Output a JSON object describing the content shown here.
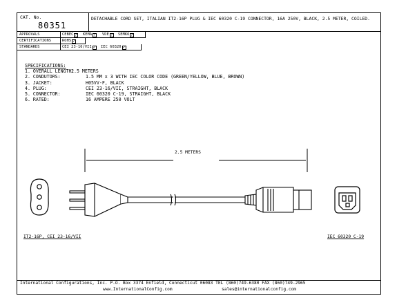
{
  "header": {
    "cat_label": "CAT. No.",
    "cat_number": "80351",
    "description": "DETACHABLE CORD SET, ITALIAN IT2-16P PLUG & IEC 60320 C-19 CONNECTOR, 16A 250V, BLACK, 2.5 METER, COILED.",
    "rows": [
      {
        "label": "APPROVALS",
        "items": [
          "CEBEC",
          "KEMA",
          "VDE",
          "SEMKO"
        ]
      },
      {
        "label": "CERTIFICATIONS",
        "items": [
          "ROHS"
        ]
      },
      {
        "label": "STANDARDS",
        "items": [
          "CEI 23-16/VII",
          "IEC 60320"
        ]
      }
    ],
    "check_mark": "✓"
  },
  "specs": {
    "title": "SPECIFICATIONS:",
    "items": [
      {
        "key": "1.  OVERALL LENGTH:",
        "value": "2.5 METERS"
      },
      {
        "key": "2.  CONDUTORS:",
        "value": "1.5 MM x 3 WITH IEC COLOR CODE (GREEN/YELLOW, BLUE, BROWN)"
      },
      {
        "key": "3.  JACKET:",
        "value": "H05VV-F, BLACK"
      },
      {
        "key": "4.  PLUG:",
        "value": "CEI 23-16/VII, STRAIGHT, BLACK"
      },
      {
        "key": "5.  CONNECTOR:",
        "value": "IEC 60320 C-19, STRAIGHT, BLACK"
      },
      {
        "key": "6.  RATED:",
        "value": "16 AMPERE 250 VOLT"
      }
    ]
  },
  "drawing": {
    "length_label": "2.5 METERS",
    "plug_caption": "IT2-16P, CEI 23-16/VII",
    "connector_caption": "IEC 60320 C-19"
  },
  "footer": {
    "line1": "International Configurations, Inc.    P.O. Box 3374    Enfield, Connecticut 06083    TEL (860)749-6380    FAX (860)749-2965",
    "website": "www.InternationalConfig.com",
    "email": "sales@internationalconfig.com"
  }
}
